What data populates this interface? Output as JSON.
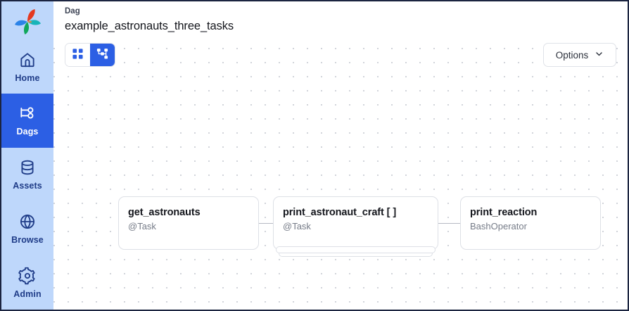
{
  "sidebar": {
    "logo_name": "airflow-pinwheel-logo",
    "bg_color": "#bed7fb",
    "active_color": "#2c5fe4",
    "text_color": "#1f3c88",
    "items": [
      {
        "label": "Home",
        "icon": "home-icon",
        "active": false
      },
      {
        "label": "Dags",
        "icon": "dag-graph-icon",
        "active": true
      },
      {
        "label": "Assets",
        "icon": "database-icon",
        "active": false
      },
      {
        "label": "Browse",
        "icon": "globe-icon",
        "active": false
      },
      {
        "label": "Admin",
        "icon": "gear-icon",
        "active": false
      }
    ]
  },
  "header": {
    "breadcrumb_label": "Dag",
    "dag_name": "example_astronauts_three_tasks"
  },
  "toolbar": {
    "views": [
      {
        "name": "grid-view",
        "icon": "grid-squares-icon",
        "active": false
      },
      {
        "name": "graph-view",
        "icon": "graph-nodes-icon",
        "active": true
      }
    ],
    "options_label": "Options",
    "options_chevron": "chevron-down-icon"
  },
  "graph": {
    "background": "dot-grid",
    "nodes": [
      {
        "id": "get_astronauts",
        "title": "get_astronauts",
        "subtitle": "@Task",
        "mapped": false
      },
      {
        "id": "print_astronaut_craft",
        "title": "print_astronaut_craft [ ]",
        "subtitle": "@Task",
        "mapped": true
      },
      {
        "id": "print_reaction",
        "title": "print_reaction",
        "subtitle": "BashOperator",
        "mapped": false
      }
    ],
    "edges": [
      {
        "from": "get_astronauts",
        "to": "print_astronaut_craft"
      },
      {
        "from": "print_astronaut_craft",
        "to": "print_reaction"
      }
    ]
  }
}
